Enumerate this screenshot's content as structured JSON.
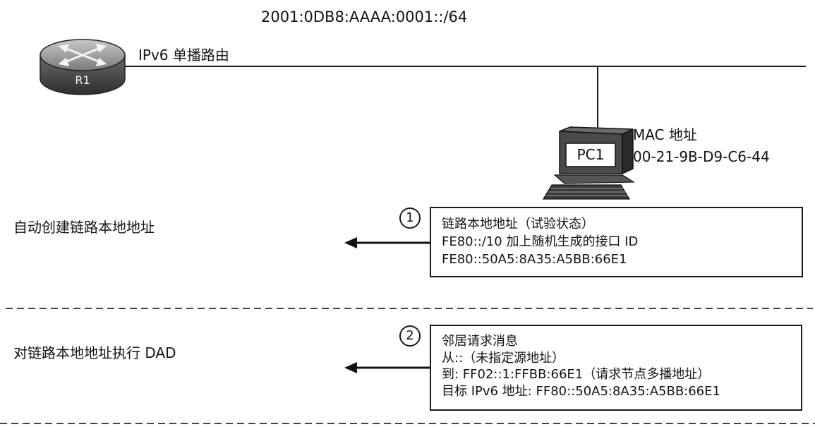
{
  "network": {
    "prefix": "2001:0DB8:AAAA:0001::/64",
    "routing_label": "IPv6 单播路由"
  },
  "router": {
    "label": "R1"
  },
  "pc": {
    "label": "PC1",
    "mac_title": "MAC 地址",
    "mac_value": "00-21-9B-D9-C6-44"
  },
  "steps": [
    {
      "number": "1",
      "left_text": "自动创建链路本地地址",
      "lines": [
        "链路本地地址（试验状态）",
        "FE80::/10 加上随机生成的接口 ID",
        "FE80::50A5:8A35:A5BB:66E1"
      ]
    },
    {
      "number": "2",
      "left_text": "对链路本地地址执行 DAD",
      "lines": [
        "邻居请求消息",
        "从::（未指定源地址）",
        "到: FF02::1:FFBB:66E1（请求节点多播地址）",
        "目标 IPv6 地址: FF80::50A5:8A35:A5BB:66E1"
      ]
    }
  ]
}
